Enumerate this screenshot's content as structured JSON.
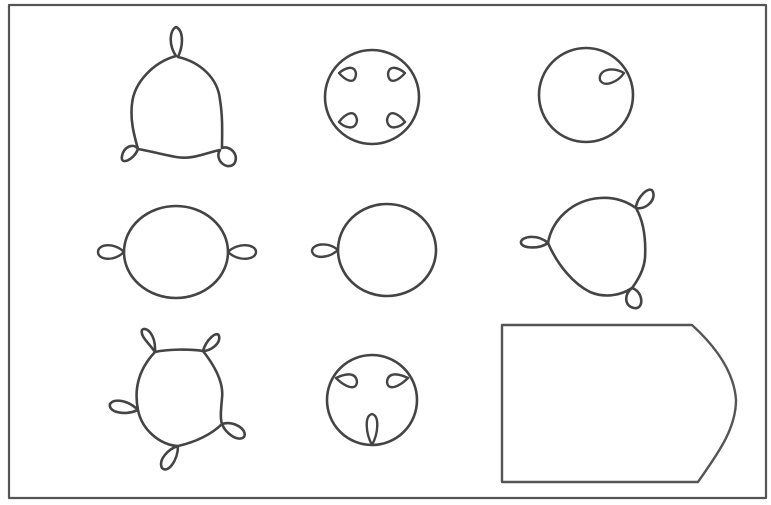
{
  "colors": {
    "paper": "#ffffff",
    "ink": "#444444",
    "frame": "#555555"
  },
  "puzzle": {
    "figures": [
      {
        "id": "r1c1",
        "icon": "circle-with-3-outer-loops",
        "loops_out": 3,
        "loops_in": 0
      },
      {
        "id": "r1c2",
        "icon": "circle-with-4-inner-loops",
        "loops_out": 0,
        "loops_in": 4
      },
      {
        "id": "r1c3",
        "icon": "circle-with-1-inner-loop",
        "loops_out": 0,
        "loops_in": 1
      },
      {
        "id": "r2c1",
        "icon": "circle-with-2-outer-loops",
        "loops_out": 2,
        "loops_in": 0
      },
      {
        "id": "r2c2",
        "icon": "circle-with-1-outer-loop",
        "loops_out": 1,
        "loops_in": 0
      },
      {
        "id": "r2c3",
        "icon": "circle-with-3-outer-loops",
        "loops_out": 3,
        "loops_in": 0
      },
      {
        "id": "r3c1",
        "icon": "circle-with-5-outer-loops",
        "loops_out": 5,
        "loops_in": 0
      },
      {
        "id": "r3c2",
        "icon": "circle-with-3-inner-loops",
        "loops_out": 0,
        "loops_in": 3
      }
    ],
    "answer_slot": {
      "icon": "blank-answer-tab"
    }
  }
}
